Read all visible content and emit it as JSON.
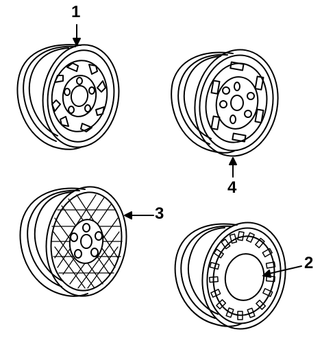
{
  "callouts": {
    "wheel_1": "1",
    "wheel_2": "2",
    "wheel_3": "3",
    "wheel_4": "4"
  },
  "colors": {
    "line": "#000000",
    "background": "#ffffff"
  }
}
